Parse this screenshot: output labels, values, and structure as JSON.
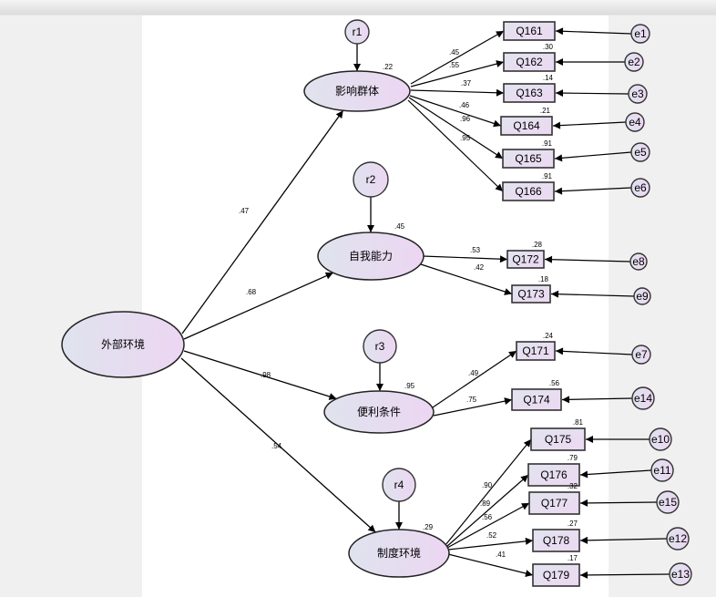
{
  "diagram": {
    "type": "structural-equation-model",
    "latent": [
      {
        "id": "ext",
        "label": "外部环境"
      },
      {
        "id": "f1",
        "label": "影响群体",
        "r2": ".22",
        "residual": "r1"
      },
      {
        "id": "f2",
        "label": "自我能力",
        "r2": ".45",
        "residual": "r2"
      },
      {
        "id": "f3",
        "label": "便利条件",
        "r2": ".95",
        "residual": "r3"
      },
      {
        "id": "f4",
        "label": "制度环境",
        "r2": ".29",
        "residual": "r4"
      }
    ],
    "structural_paths": [
      {
        "from": "ext",
        "to": "f1",
        "coef": ".47"
      },
      {
        "from": "ext",
        "to": "f2",
        "coef": ".68"
      },
      {
        "from": "ext",
        "to": "f3",
        "coef": ".98"
      },
      {
        "from": "ext",
        "to": "f4",
        "coef": ".54"
      }
    ],
    "indicators": [
      {
        "id": "Q161",
        "factor": "f1",
        "loading": ".45",
        "r2": "",
        "error": "e1"
      },
      {
        "id": "Q162",
        "factor": "f1",
        "loading": ".55",
        "r2": ".30",
        "error": "e2"
      },
      {
        "id": "Q163",
        "factor": "f1",
        "loading": ".37",
        "r2": ".14",
        "error": "e3"
      },
      {
        "id": "Q164",
        "factor": "f1",
        "loading": ".46",
        "r2": ".21",
        "error": "e4"
      },
      {
        "id": "Q165",
        "factor": "f1",
        "loading": ".96",
        "r2": ".91",
        "error": "e5"
      },
      {
        "id": "Q166",
        "factor": "f1",
        "loading": ".95",
        "r2": ".91",
        "error": "e6"
      },
      {
        "id": "Q172",
        "factor": "f2",
        "loading": ".53",
        "r2": ".28",
        "error": "e8"
      },
      {
        "id": "Q173",
        "factor": "f2",
        "loading": ".42",
        "r2": ".18",
        "error": "e9"
      },
      {
        "id": "Q171",
        "factor": "f3",
        "loading": ".49",
        "r2": ".24",
        "error": "e7"
      },
      {
        "id": "Q174",
        "factor": "f3",
        "loading": ".75",
        "r2": ".56",
        "error": "e14"
      },
      {
        "id": "Q175",
        "factor": "f4",
        "loading": ".90",
        "r2": ".81",
        "error": "e10"
      },
      {
        "id": "Q176",
        "factor": "f4",
        "loading": ".89",
        "r2": ".79",
        "error": "e11"
      },
      {
        "id": "Q177",
        "factor": "f4",
        "loading": ".56",
        "r2": ".32",
        "error": "e15"
      },
      {
        "id": "Q178",
        "factor": "f4",
        "loading": ".52",
        "r2": ".27",
        "error": "e12"
      },
      {
        "id": "Q179",
        "factor": "f4",
        "loading": ".41",
        "r2": ".17",
        "error": "e13"
      }
    ]
  },
  "colors": {
    "node_fill_start": "#dfe3ee",
    "node_fill_end": "#ecd6f2",
    "stroke": "#000000",
    "canvas": "#ffffff",
    "background": "#f0f0f0"
  }
}
